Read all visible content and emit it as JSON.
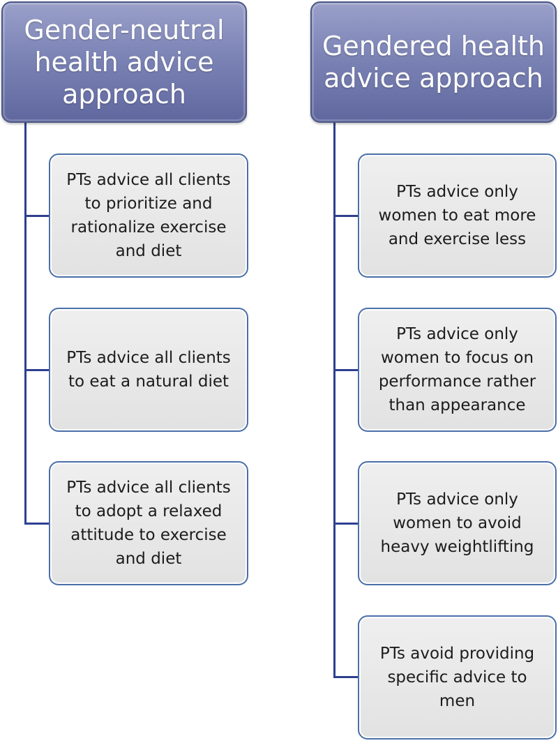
{
  "columns": [
    {
      "header": "Gender-neutral\nhealth advice\napproach",
      "items": [
        "PTs advice all clients\nto prioritize and\nrationalize exercise\nand diet",
        "PTs advice all clients\nto eat a natural diet",
        "PTs advice all clients\nto adopt a relaxed\nattitude to exercise\nand diet"
      ]
    },
    {
      "header": "Gendered health\nadvice approach",
      "items": [
        "PTs advice only\nwomen to eat more\nand exercise less",
        "PTs advice only\nwomen to focus on\nperformance rather\nthan appearance",
        "PTs advice only\nwomen to avoid\nheavy weightlifting",
        "PTs avoid providing\nspecific advice to\nmen"
      ]
    }
  ],
  "colors": {
    "header_fill": "#7c84b6",
    "header_border": "#4b5785",
    "item_fill": "#e6e6e6",
    "item_border": "#4a6fa8",
    "connector": "#2e3f8f"
  }
}
